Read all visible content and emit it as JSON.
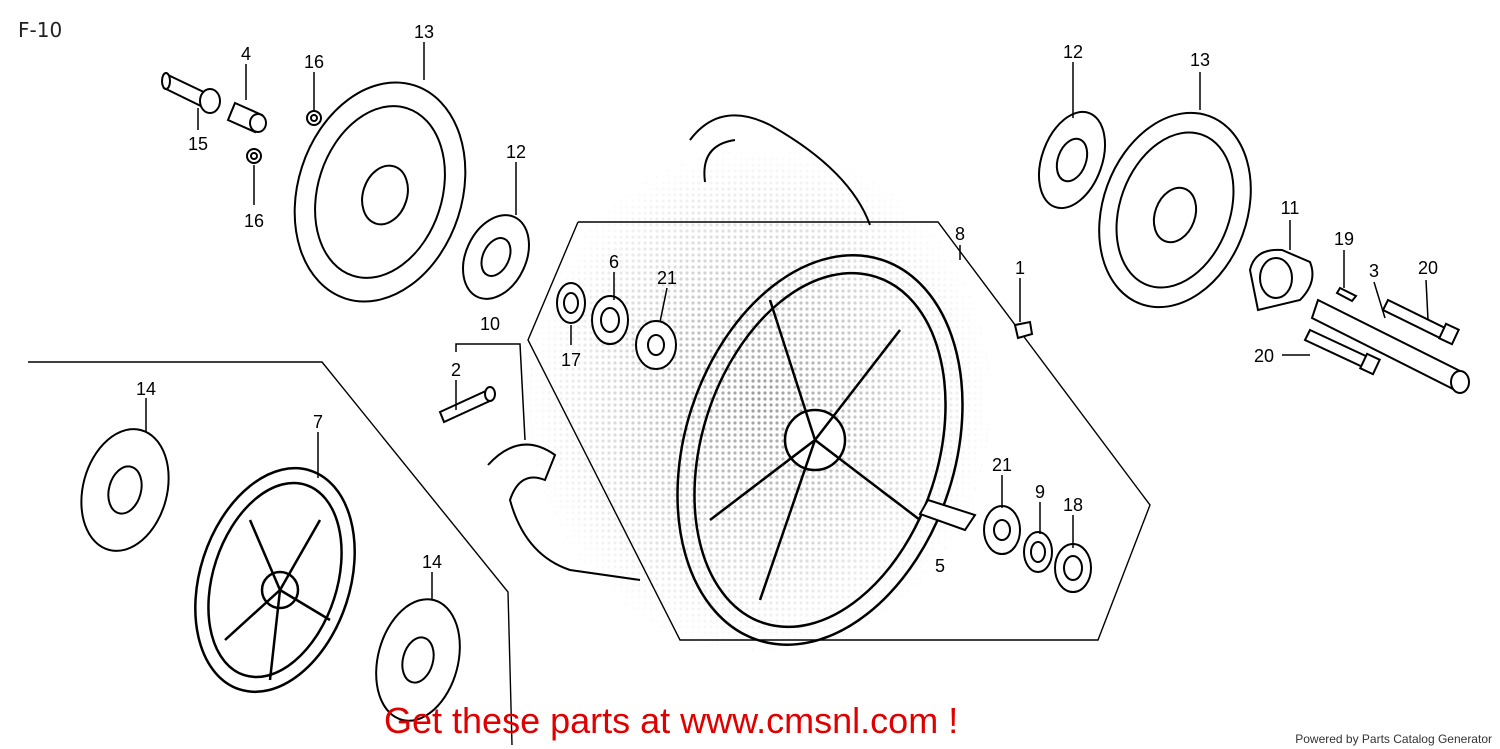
{
  "diagram": {
    "code": "F-10",
    "callouts": [
      {
        "part": "cushion-4",
        "label": "4"
      },
      {
        "part": "nut-16a",
        "label": "16"
      },
      {
        "part": "disk-13a",
        "label": "13"
      },
      {
        "part": "bolt-15",
        "label": "15"
      },
      {
        "part": "nut-16b",
        "label": "16"
      },
      {
        "part": "plate-12a",
        "label": "12"
      },
      {
        "part": "plate-12b",
        "label": "12"
      },
      {
        "part": "disk-13b",
        "label": "13"
      },
      {
        "part": "rim-8",
        "label": "8"
      },
      {
        "part": "valve-cap-1",
        "label": "1"
      },
      {
        "part": "gearbox-11",
        "label": "11"
      },
      {
        "part": "screw-19",
        "label": "19"
      },
      {
        "part": "axle-3",
        "label": "3"
      },
      {
        "part": "bolt-20a",
        "label": "20"
      },
      {
        "part": "bolt-20b",
        "label": "20"
      },
      {
        "part": "collar-6",
        "label": "6"
      },
      {
        "part": "bearing-21a",
        "label": "21"
      },
      {
        "part": "seal-17",
        "label": "17"
      },
      {
        "part": "tire-10",
        "label": "10"
      },
      {
        "part": "valve-2",
        "label": "2"
      },
      {
        "part": "disk-14a",
        "label": "14"
      },
      {
        "part": "wheel-7",
        "label": "7"
      },
      {
        "part": "disk-14b",
        "label": "14"
      },
      {
        "part": "bearing-21b",
        "label": "21"
      },
      {
        "part": "retainer-9",
        "label": "9"
      },
      {
        "part": "seal-18",
        "label": "18"
      },
      {
        "part": "collar-5",
        "label": "5"
      }
    ]
  },
  "footer": {
    "promo_text": "Get these parts at www.cmsnl.com !",
    "credit_text": "Powered by Parts Catalog Generator"
  },
  "colors": {
    "line": "#000000",
    "promo": "#e00000",
    "halftone": "#9a9a9a"
  }
}
